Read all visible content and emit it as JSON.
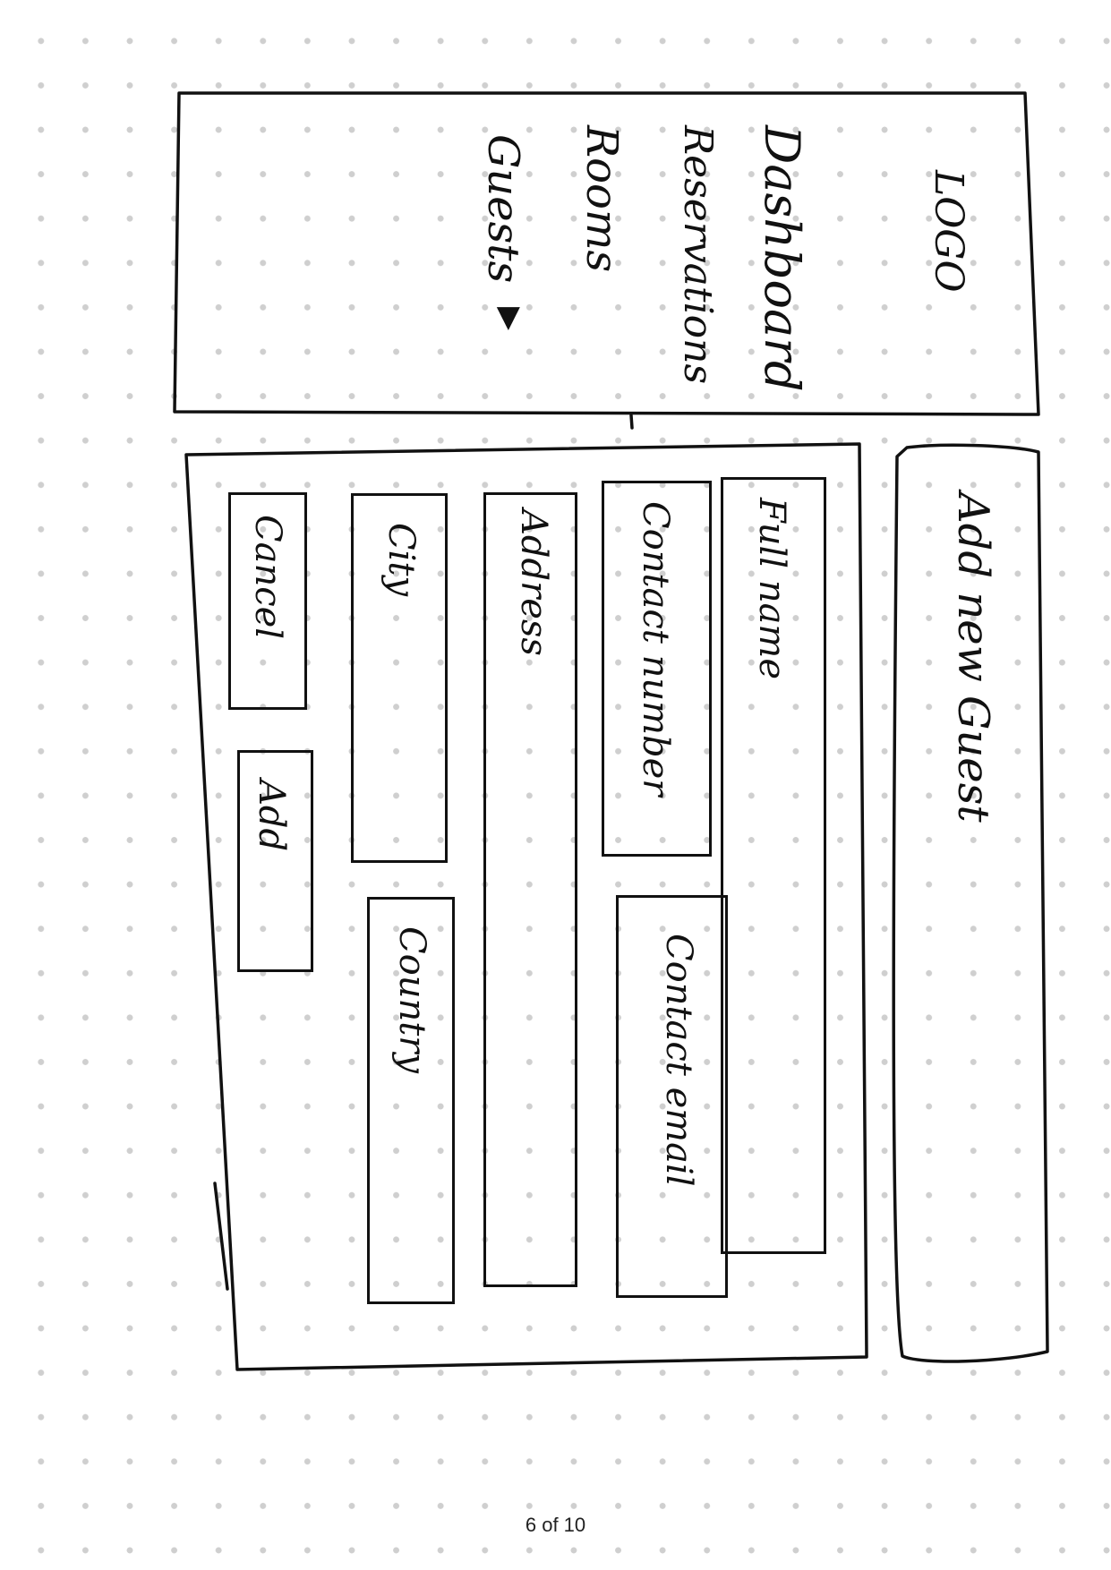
{
  "sidebar": {
    "logo": "LOGO",
    "nav": [
      "Dashboard",
      "Reservations",
      "Rooms",
      "Guests"
    ],
    "active_marker": "▶"
  },
  "dialog": {
    "title": "Add new Guest",
    "fields": {
      "full_name": "Full name",
      "contact_number": "Contact number",
      "contact_email": "Contact email",
      "address": "Address",
      "city": "City",
      "country": "Country"
    },
    "buttons": {
      "cancel": "Cancel",
      "add": "Add"
    }
  },
  "footer": {
    "page": "6 of 10"
  },
  "colors": {
    "ink": "#111111",
    "dots": "#cfcfcf",
    "paper": "#ffffff"
  }
}
